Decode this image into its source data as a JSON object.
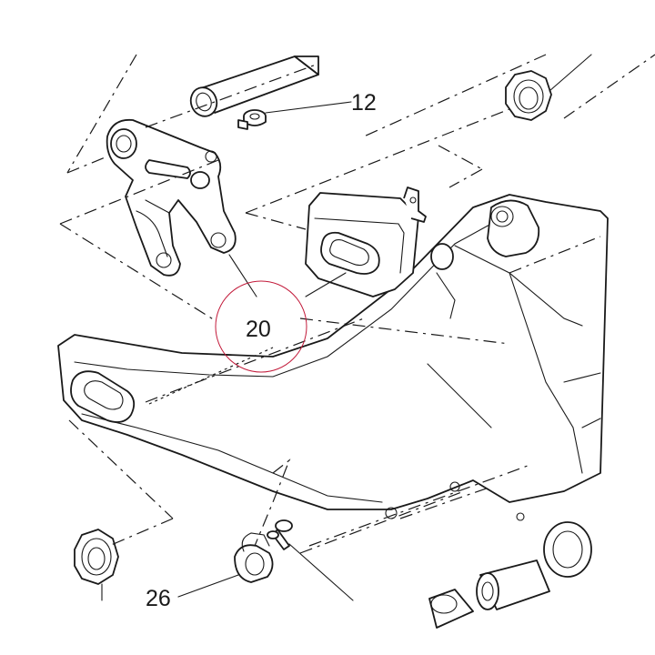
{
  "callouts": {
    "c12": "12",
    "c20": "20",
    "c26": "26"
  },
  "highlight": {
    "color": "#c21a3a",
    "target": "20"
  },
  "line_color": "#1a1a1a",
  "background": "#ffffff"
}
